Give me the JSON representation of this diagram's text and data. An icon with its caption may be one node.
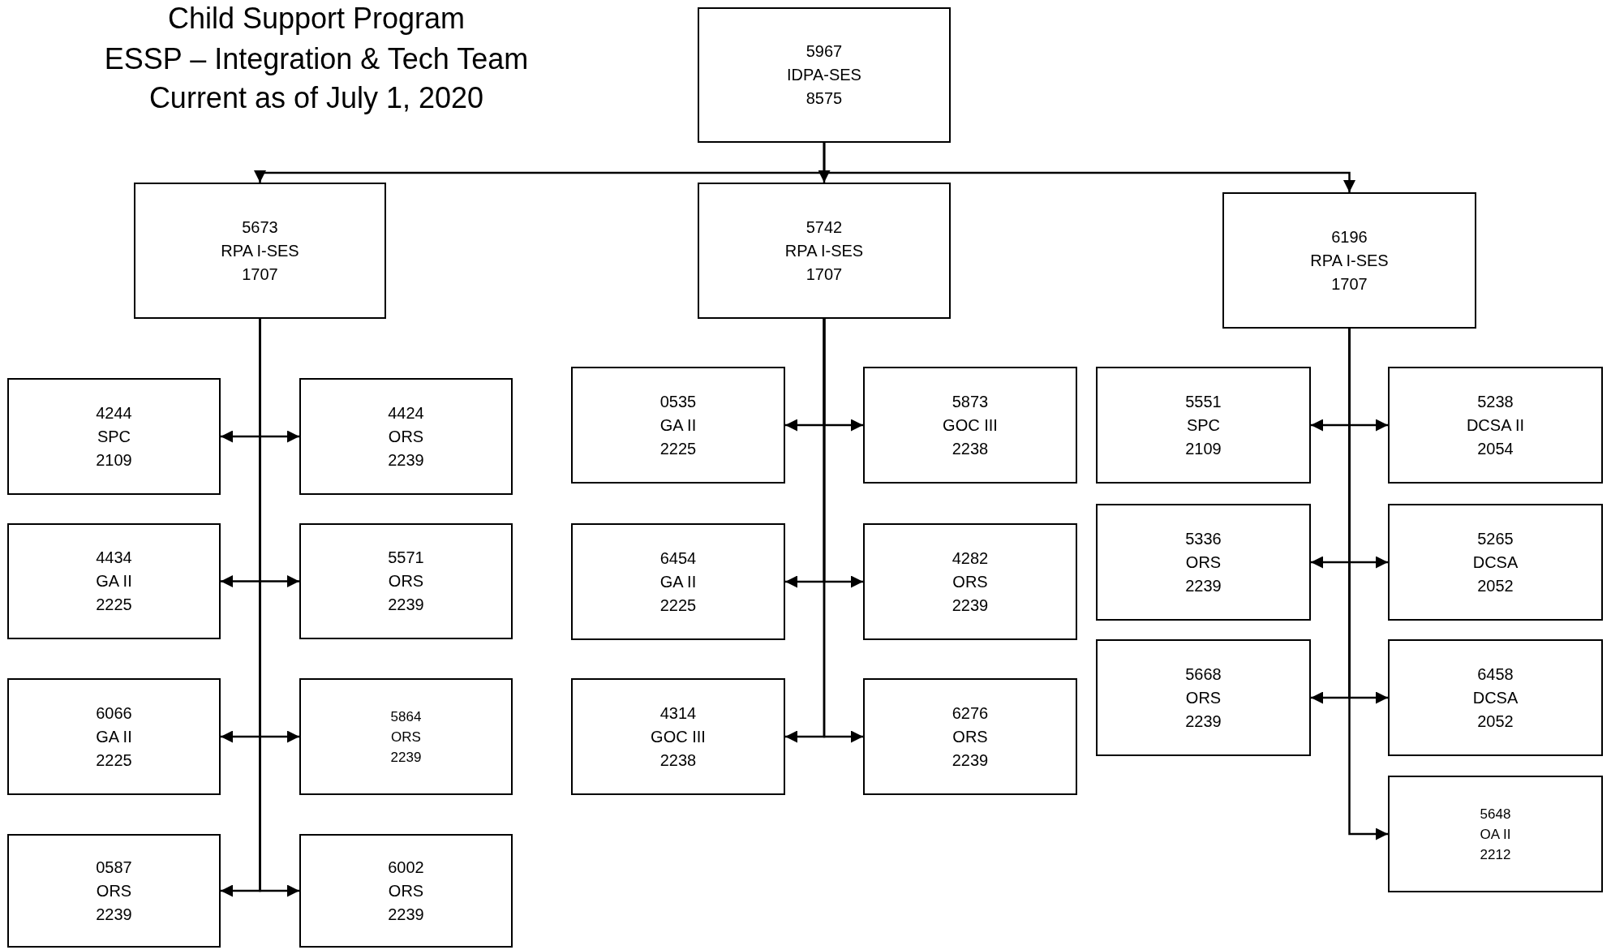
{
  "diagram": {
    "title": "Child Support Program",
    "labels": [
      "ESSP – Integration & Tech Team",
      "Current as of July 1, 2020"
    ],
    "nodes": [
      {
        "text": [
          "5967",
          "IDPA-SES",
          "8575"
        ]
      },
      {
        "text": [
          "5673",
          "RPA I-SES",
          "1707"
        ]
      },
      {
        "text": [
          "5742",
          "RPA I-SES",
          "1707"
        ]
      },
      {
        "text": [
          "6196",
          "RPA I-SES",
          "1707"
        ]
      },
      {
        "text": [
          "4244",
          "SPC",
          "2109"
        ]
      },
      {
        "text": [
          "4424",
          "ORS",
          "2239"
        ]
      },
      {
        "text": [
          "4434",
          "GA II",
          "2225"
        ]
      },
      {
        "text": [
          "5571",
          "ORS",
          "2239"
        ]
      },
      {
        "text": [
          "6066",
          "GA II",
          "2225"
        ]
      },
      {
        "text": [
          "5864",
          "ORS",
          "2239"
        ]
      },
      {
        "text": [
          "0587",
          "ORS",
          "2239"
        ]
      },
      {
        "text": [
          "6002",
          "ORS",
          "2239"
        ]
      },
      {
        "text": [
          "0535",
          "GA II",
          "2225"
        ]
      },
      {
        "text": [
          "5873",
          "GOC III",
          "2238"
        ]
      },
      {
        "text": [
          "6454",
          "GA II",
          "2225"
        ]
      },
      {
        "text": [
          "4282",
          "ORS",
          "2239"
        ]
      },
      {
        "text": [
          "4314",
          "GOC III",
          "2238"
        ]
      },
      {
        "text": [
          "6276",
          "ORS",
          "2239"
        ]
      },
      {
        "text": [
          "5551",
          "SPC",
          "2109"
        ]
      },
      {
        "text": [
          "5238",
          "DCSA II",
          "2054"
        ]
      },
      {
        "text": [
          "5336",
          "ORS",
          "2239"
        ]
      },
      {
        "text": [
          "5265",
          "DCSA",
          "2052"
        ]
      },
      {
        "text": [
          "5668",
          "ORS",
          "2239"
        ]
      },
      {
        "text": [
          "6458",
          "DCSA",
          "2052"
        ]
      },
      {
        "text": [
          "5648",
          "OA II",
          "2212"
        ]
      }
    ],
    "edges": [
      {
        "from": 0,
        "to": 1,
        "arrow": "to"
      },
      {
        "from": 0,
        "to": 2,
        "arrow": "to"
      },
      {
        "from": 0,
        "to": 3,
        "arrow": "to"
      },
      {
        "from": 1,
        "to": 4,
        "arrow": "to"
      },
      {
        "from": 1,
        "to": 5,
        "arrow": "to"
      },
      {
        "from": 1,
        "to": 6,
        "arrow": "to"
      },
      {
        "from": 1,
        "to": 7,
        "arrow": "to"
      },
      {
        "from": 1,
        "to": 8,
        "arrow": "to"
      },
      {
        "from": 1,
        "to": 9,
        "arrow": "to"
      },
      {
        "from": 1,
        "to": 10,
        "arrow": "to"
      },
      {
        "from": 1,
        "to": 11,
        "arrow": "to"
      },
      {
        "from": 2,
        "to": 12,
        "arrow": "to"
      },
      {
        "from": 2,
        "to": 13,
        "arrow": "to"
      },
      {
        "from": 2,
        "to": 14,
        "arrow": "to"
      },
      {
        "from": 2,
        "to": 15,
        "arrow": "to"
      },
      {
        "from": 2,
        "to": 16,
        "arrow": "to"
      },
      {
        "from": 2,
        "to": 17,
        "arrow": "to"
      },
      {
        "from": 3,
        "to": 18,
        "arrow": "to"
      },
      {
        "from": 3,
        "to": 19,
        "arrow": "to"
      },
      {
        "from": 3,
        "to": 20,
        "arrow": "to"
      },
      {
        "from": 3,
        "to": 21,
        "arrow": "to"
      },
      {
        "from": 3,
        "to": 22,
        "arrow": "to"
      },
      {
        "from": 3,
        "to": 23,
        "arrow": "to"
      },
      {
        "from": 3,
        "to": 24,
        "arrow": "to"
      }
    ]
  }
}
